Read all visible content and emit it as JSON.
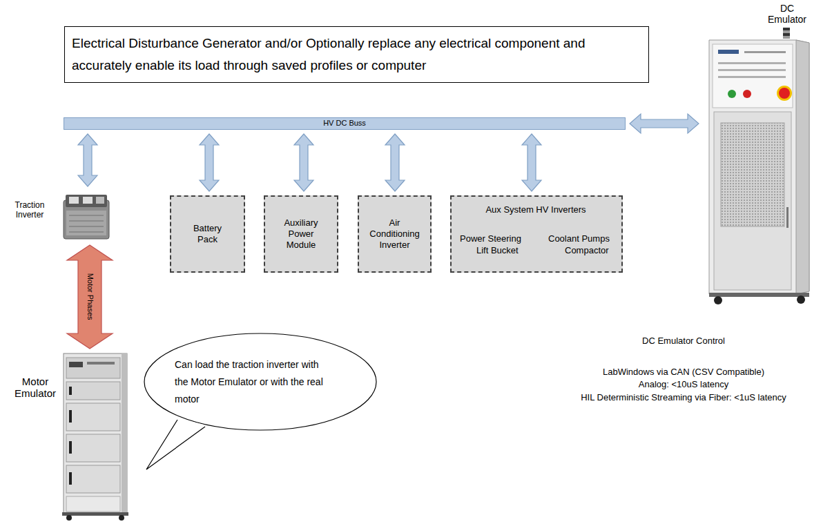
{
  "diagram": {
    "nodes": [
      {
        "text": [
          "Electrical Disturbance Generator and/or Optionally replace any electrical component and accurately enable its load through saved profiles or computer"
        ]
      },
      {
        "text": [
          "HV DC Buss"
        ]
      },
      {
        "text": [
          "DC Emulator"
        ]
      },
      {
        "text": [
          "Traction Inverter"
        ]
      },
      {
        "text": [
          "Battery Pack"
        ]
      },
      {
        "text": [
          "Auxiliary Power Module"
        ]
      },
      {
        "text": [
          "Air Conditioning Inverter"
        ]
      },
      {
        "text": [
          "Aux System HV Inverters",
          "Power Steering",
          "Coolant Pumps",
          "Lift Bucket",
          "Compactor"
        ]
      },
      {
        "text": [
          "Motor Emulator"
        ]
      },
      {
        "text": [
          "Can load the traction inverter with the Motor Emulator or with the real motor"
        ]
      }
    ],
    "edges": [
      {
        "from": 1,
        "to": 3,
        "arrow": "both"
      },
      {
        "from": 1,
        "to": 4,
        "arrow": "both"
      },
      {
        "from": 1,
        "to": 5,
        "arrow": "both"
      },
      {
        "from": 1,
        "to": 6,
        "arrow": "both"
      },
      {
        "from": 1,
        "to": 7,
        "arrow": "both"
      },
      {
        "from": 1,
        "to": 2,
        "arrow": "both"
      },
      {
        "from": 3,
        "to": 8,
        "label": "Motor Phases",
        "arrow": "both"
      }
    ],
    "labels": [
      "DC Emulator Control",
      "LabWindows via CAN (CSV Compatible)",
      "Analog: <10uS latency",
      "HIL Deterministic Streaming via Fiber: <1uS latency"
    ]
  }
}
